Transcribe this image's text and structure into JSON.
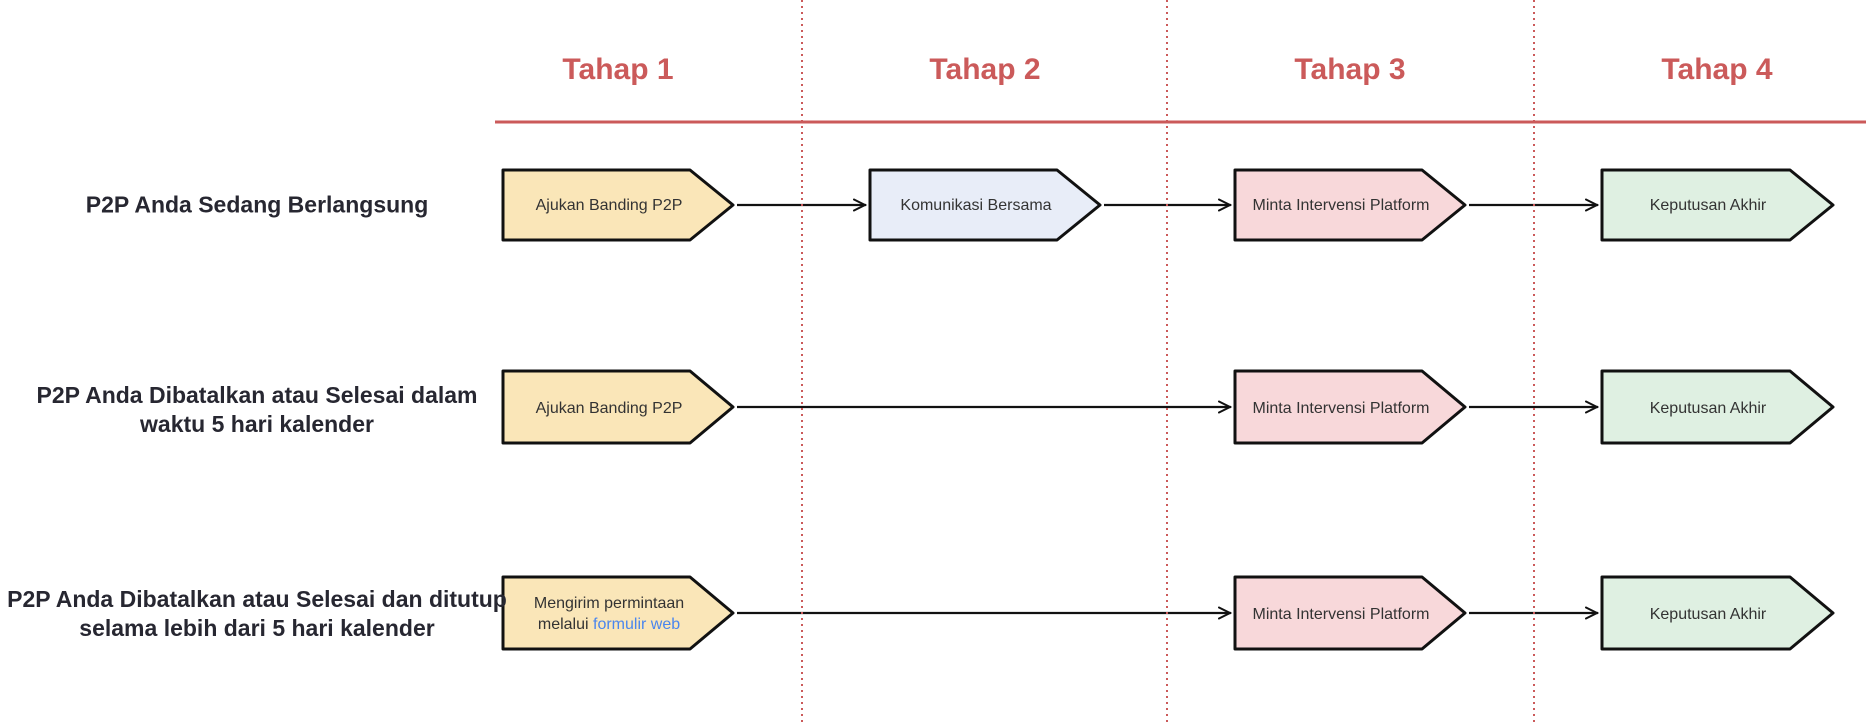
{
  "header": {
    "stages": [
      "Tahap 1",
      "Tahap 2",
      "Tahap 3",
      "Tahap 4"
    ]
  },
  "colors": {
    "accent_red": "#cb5a5a",
    "box_border": "#111111",
    "stage1_fill": "#fae6b8",
    "stage2_fill": "#e8edf8",
    "stage3_fill": "#f8d8da",
    "stage4_fill": "#dff0e2",
    "link_blue": "#4a86ee",
    "row_label_text": "#272731",
    "box_text": "#333333"
  },
  "rows": [
    {
      "label_lines": [
        "P2P Anda Sedang Berlangsung"
      ],
      "steps": [
        {
          "label": "Ajukan Banding P2P"
        },
        {
          "label": "Komunikasi Bersama"
        },
        {
          "label": "Minta Intervensi Platform"
        },
        {
          "label": "Keputusan Akhir"
        }
      ]
    },
    {
      "label_lines": [
        "P2P Anda Dibatalkan atau Selesai dalam",
        "waktu 5 hari kalender"
      ],
      "steps": [
        {
          "label": "Ajukan Banding P2P"
        },
        {
          "label": "Minta Intervensi Platform"
        },
        {
          "label": "Keputusan Akhir"
        }
      ]
    },
    {
      "label_lines": [
        "P2P Anda Dibatalkan atau Selesai dan ditutup",
        "selama lebih dari 5 hari kalender"
      ],
      "steps": [
        {
          "label_line1": "Mengirim permintaan",
          "label_line2_text": "melalui",
          "label_line2_link": "formulir web"
        },
        {
          "label": "Minta Intervensi Platform"
        },
        {
          "label": "Keputusan Akhir"
        }
      ]
    }
  ]
}
